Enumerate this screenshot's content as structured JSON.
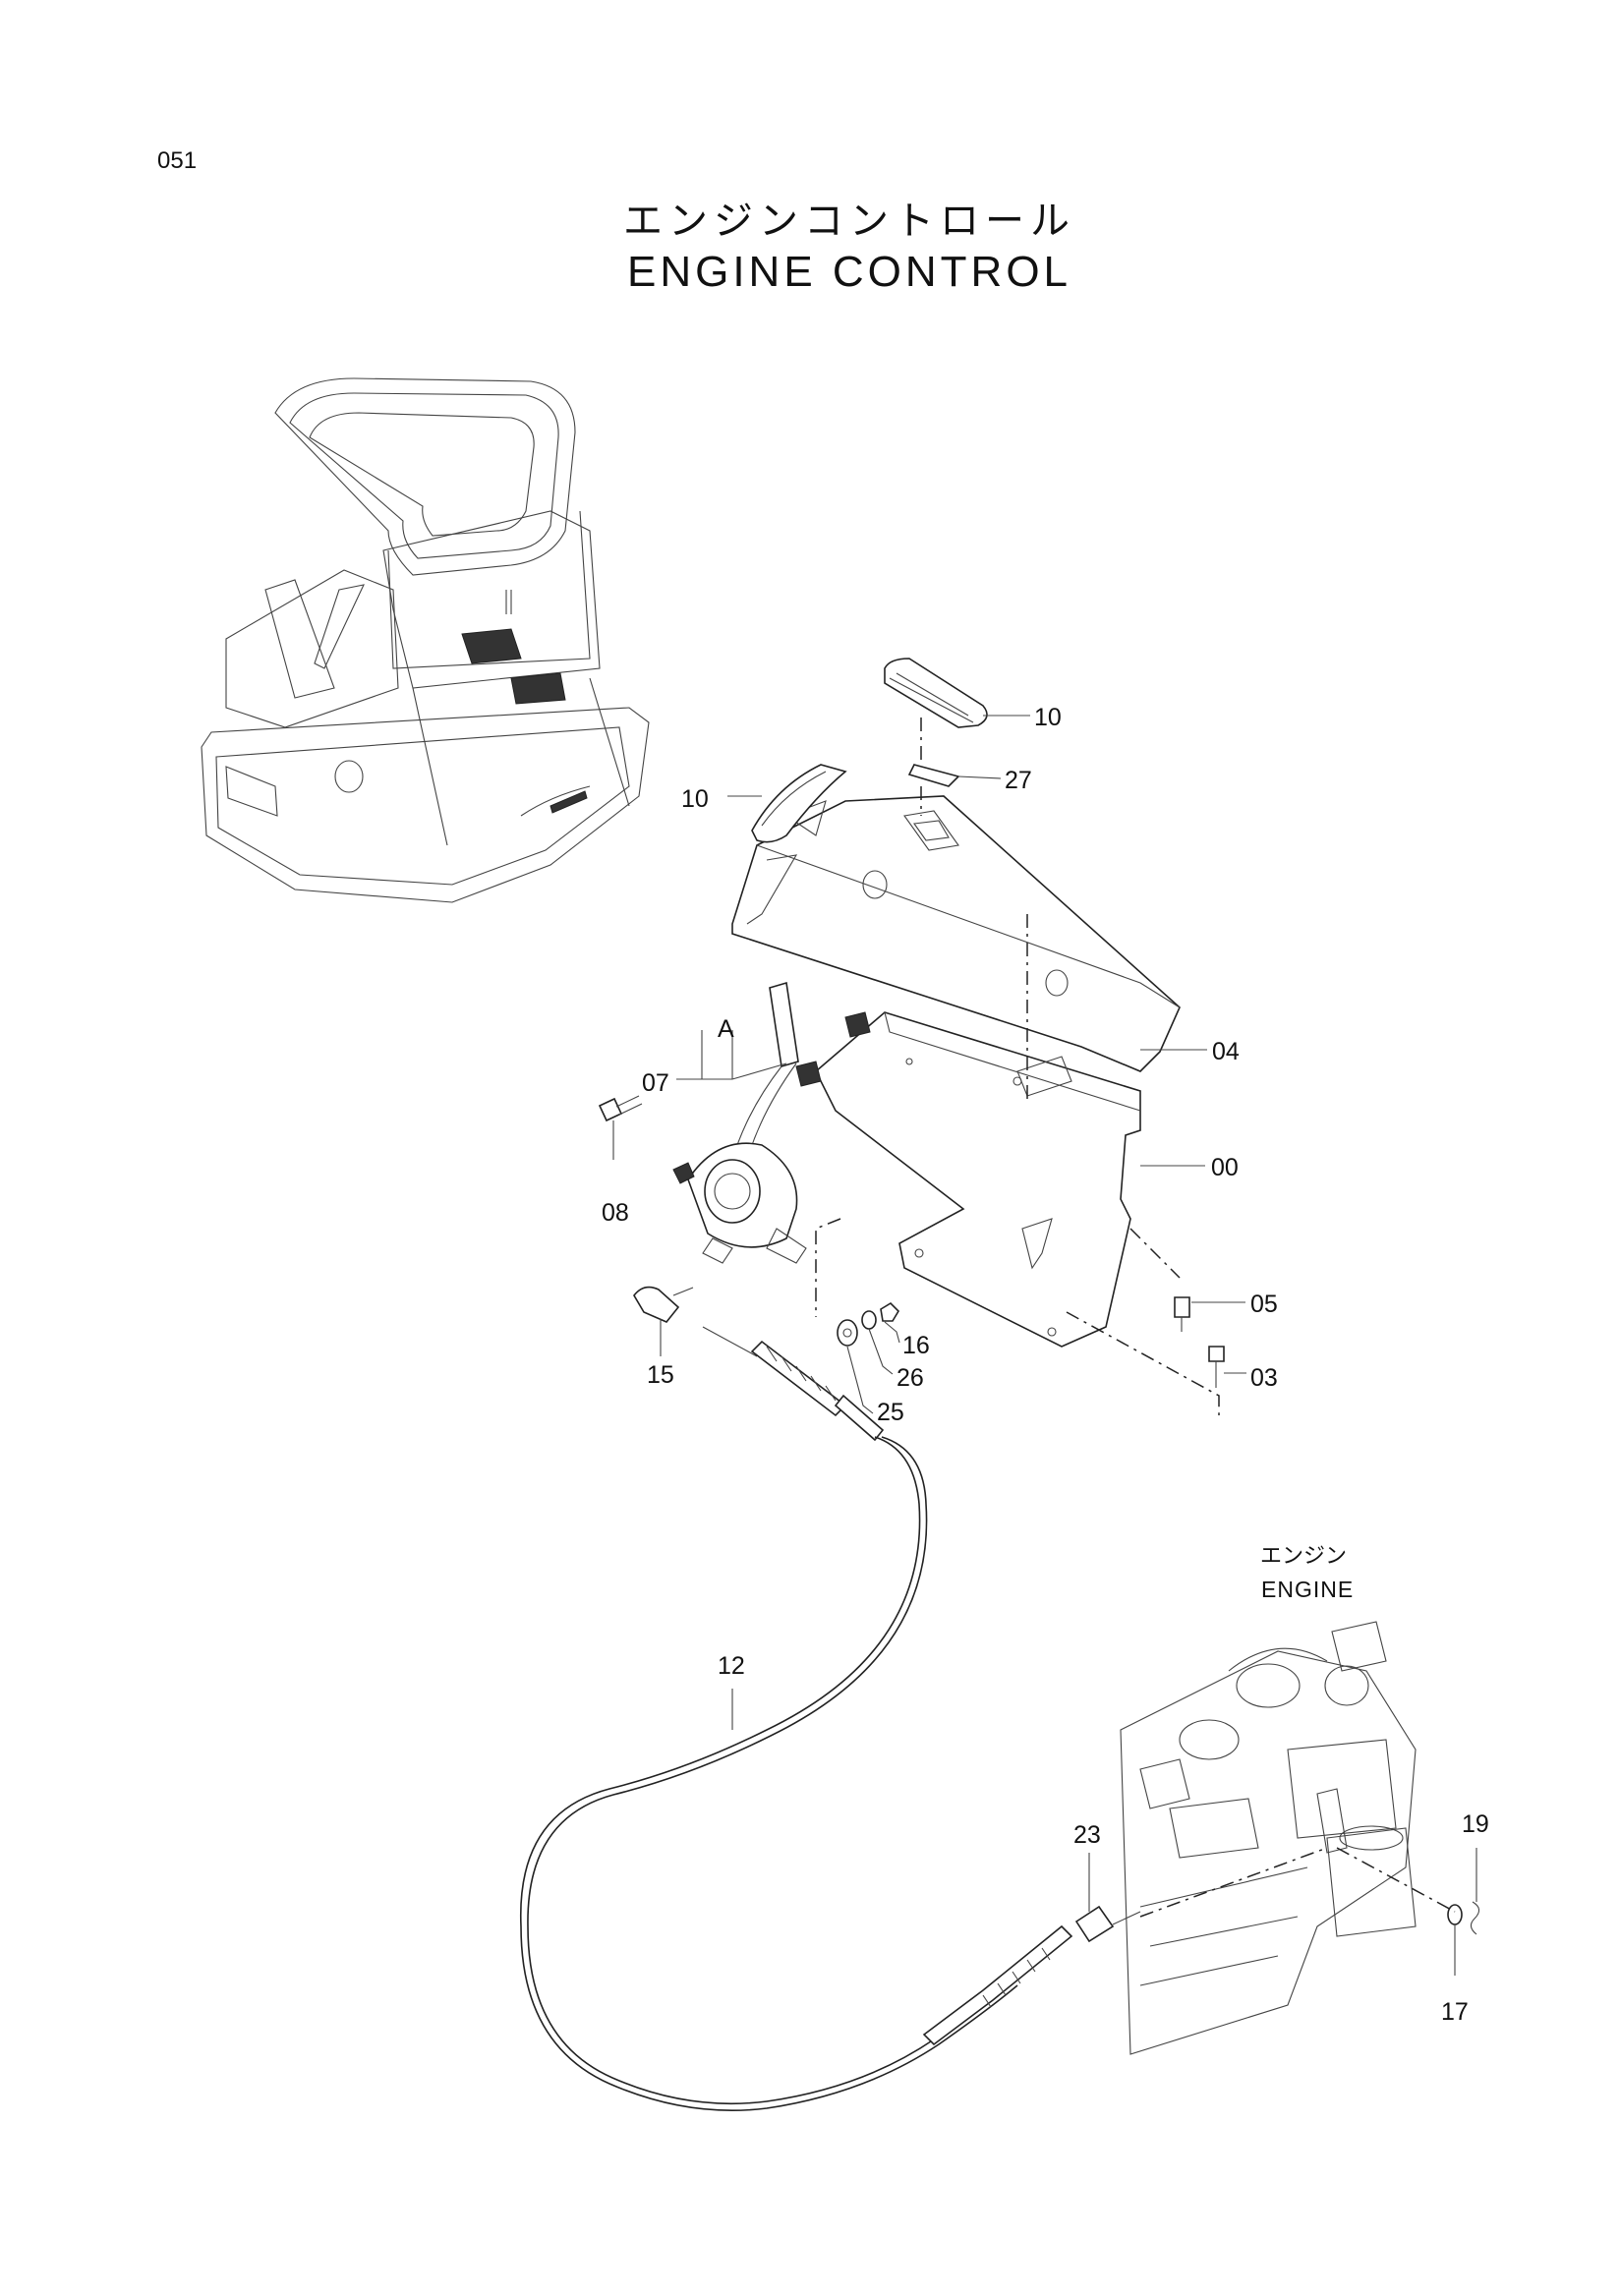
{
  "page": {
    "number": "051"
  },
  "title": {
    "japanese": "エンジンコントロール",
    "english": "ENGINE  CONTROL"
  },
  "engine_label": {
    "japanese": "エンジン",
    "english": "ENGINE"
  },
  "view_label": "A",
  "callouts": [
    "00",
    "03",
    "04",
    "05",
    "07",
    "08",
    "10",
    "10",
    "12",
    "15",
    "16",
    "17",
    "19",
    "23",
    "25",
    "26",
    "27"
  ]
}
